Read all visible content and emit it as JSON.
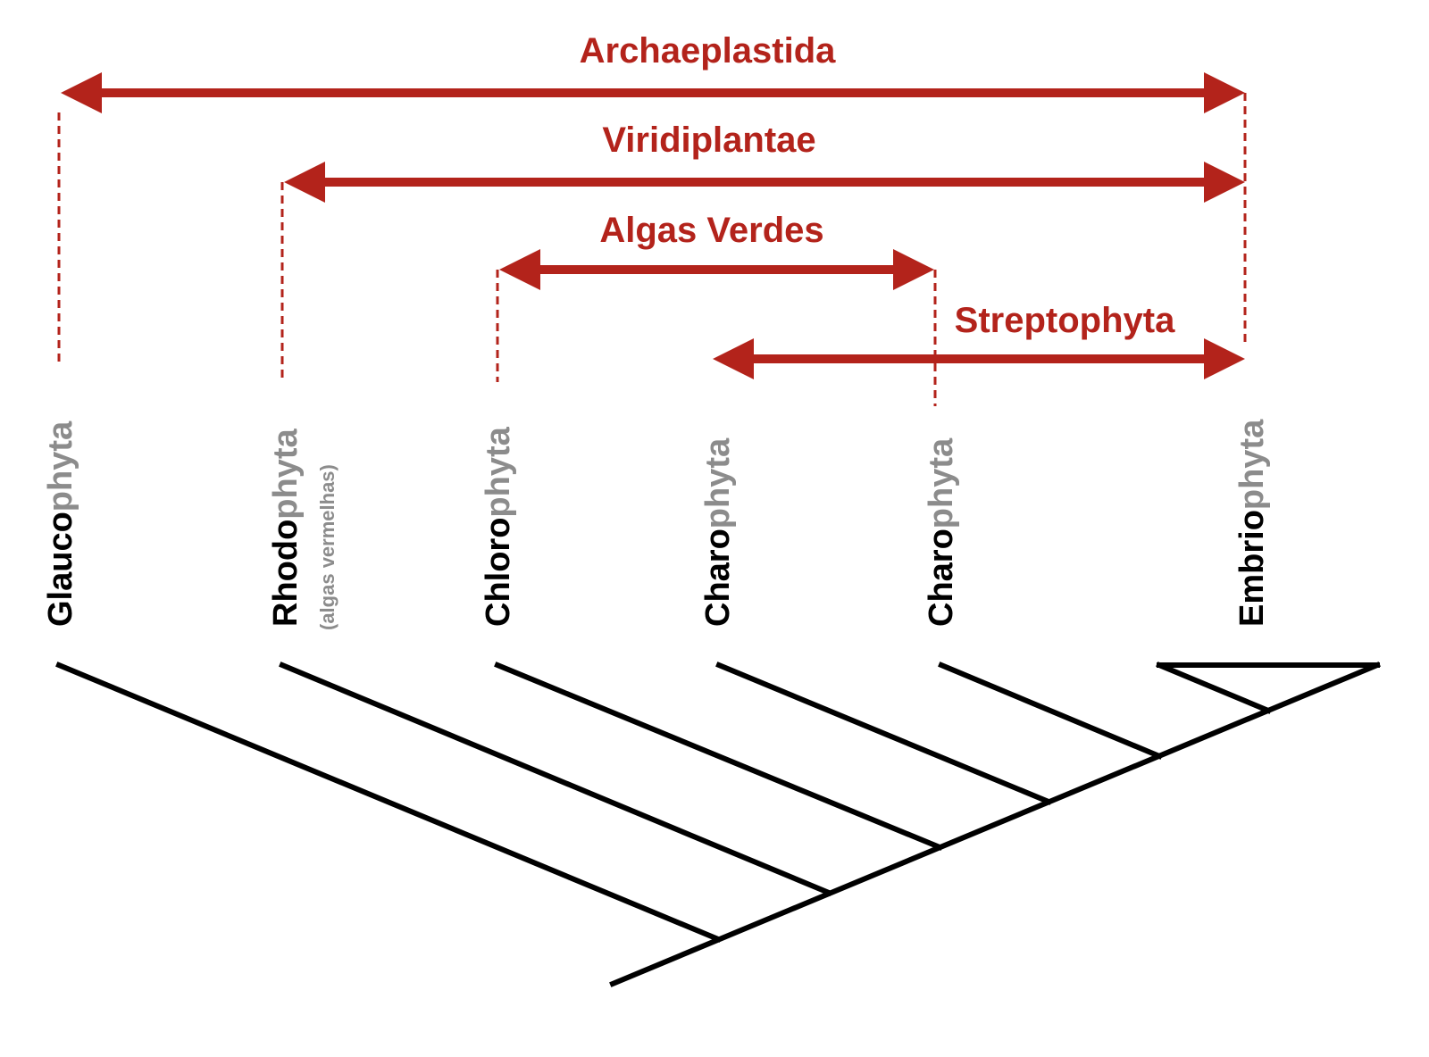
{
  "clades": {
    "archaeplastida": "Archaeplastida",
    "viridiplantae": "Viridiplantae",
    "algas_verdes": "Algas Verdes",
    "streptophyta": "Streptophyta"
  },
  "taxa": [
    {
      "root": "Glauco",
      "suffix": "phyta",
      "note": ""
    },
    {
      "root": "Rhodo",
      "suffix": "phyta",
      "note": "(algas vermelhas)"
    },
    {
      "root": "Chloro",
      "suffix": "phyta",
      "note": ""
    },
    {
      "root": "Charo",
      "suffix": "phyta",
      "note": ""
    },
    {
      "root": "Charo",
      "suffix": "phyta",
      "note": ""
    },
    {
      "root": "Embrio",
      "suffix": "phyta",
      "note": ""
    }
  ],
  "colors": {
    "clade": "#b3231b",
    "taxon_root": "#000000",
    "taxon_suffix": "#8c8c8c",
    "tree": "#000000"
  }
}
